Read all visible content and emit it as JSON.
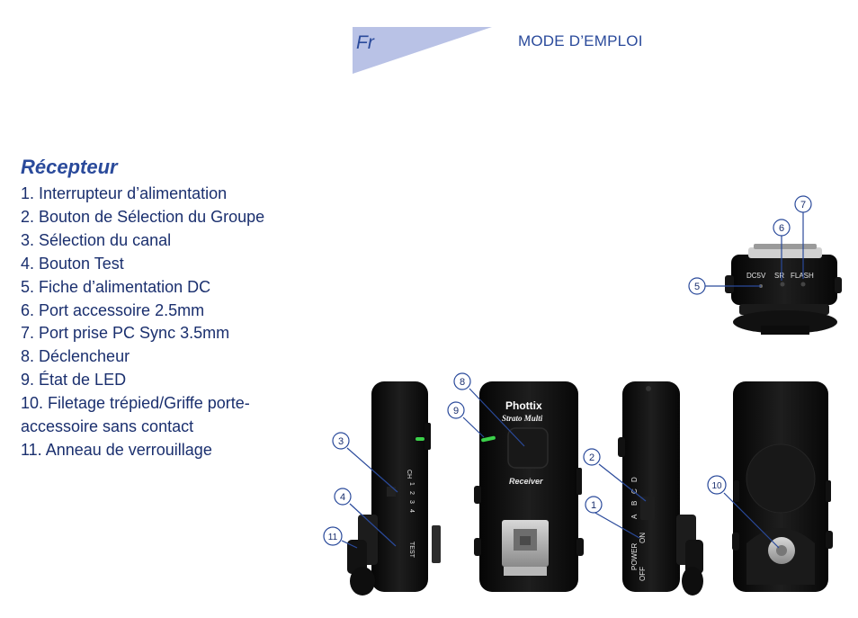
{
  "header": {
    "lang": "Fr",
    "title": "MODE D’EMPLOI"
  },
  "section": {
    "title": "Récepteur"
  },
  "parts": [
    "1. Interrupteur d’alimentation",
    "2. Bouton de Sélection du Groupe",
    "3. Sélection du canal",
    "4. Bouton Test",
    "5. Fiche d’alimentation DC",
    "6. Port accessoire 2.5mm",
    "7. Port prise PC Sync 3.5mm",
    "8. Déclencheur",
    "9. État de LED",
    "10. Filetage trépied/Griffe porte-accessoire sans contact",
    "11. Anneau de verrouillage"
  ],
  "device": {
    "brand": "Phottix",
    "model": "Strato Multi",
    "label": "Receiver",
    "top_labels": [
      "DC5V",
      "SR",
      "FLASH"
    ],
    "left_side": {
      "ch": "CH",
      "digits": [
        "1",
        "2",
        "3",
        "4"
      ],
      "test": "TEST"
    },
    "right_side": {
      "letters": [
        "A",
        "B",
        "C",
        "D"
      ],
      "power": "POWER",
      "off": "OFF",
      "on": "ON"
    }
  },
  "callouts": [
    "1",
    "2",
    "3",
    "4",
    "5",
    "6",
    "7",
    "8",
    "9",
    "10",
    "11"
  ],
  "colors": {
    "accent": "#2a4a9b",
    "tab": "#b9c2e6",
    "text": "#1a2f6e",
    "led": "#3bd14a",
    "device": "#141414"
  }
}
